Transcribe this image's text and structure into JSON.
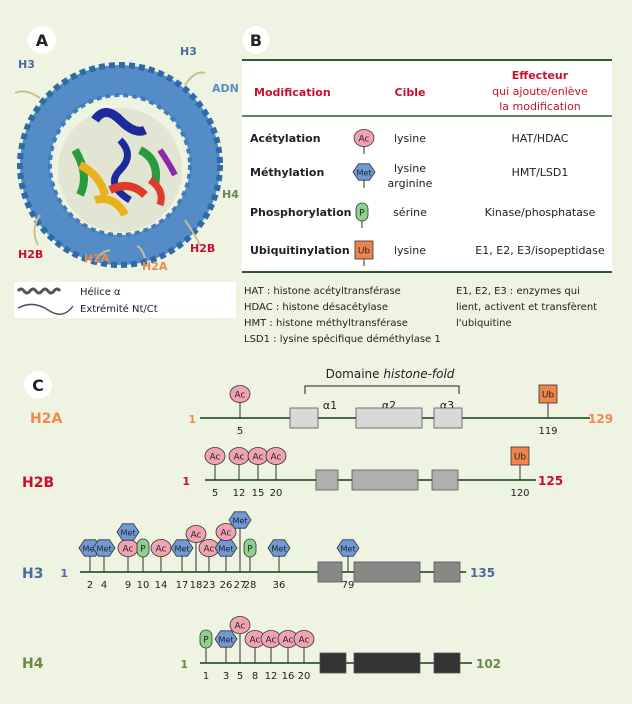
{
  "colors": {
    "background": "#eef3e2",
    "red_title": "#c8102e",
    "orange": "#f08a4b",
    "blue": "#4a6aa5",
    "green": "#6a8a4a",
    "line": "#2f5a2f",
    "ac_fill": "#f2a3b3",
    "met_fill": "#6f9ad6",
    "p_fill": "#8fcf8f",
    "ub_fill": "#f0854b"
  },
  "panel_a": {
    "letter": "A",
    "labels": {
      "h3_left": "H3",
      "h3_right": "H3",
      "adn": "ADN",
      "h4": "H4",
      "h2b_left": "H2B",
      "h2b_right": "H2B",
      "h2a_left": "H2A",
      "h2a_right": "H2A"
    },
    "legend": {
      "helix": "Hélice α",
      "tail": "Extrémité Nt/Ct"
    }
  },
  "panel_b": {
    "letter": "B",
    "headers": {
      "modification": "Modification",
      "cible": "Cible",
      "effecteur_1": "Effecteur",
      "effecteur_2": "qui ajoute/enlève",
      "effecteur_3": "la modification"
    },
    "rows": [
      {
        "name": "Acétylation",
        "badge": "Ac",
        "cible_1": "lysine",
        "cible_2": "",
        "effecteur": "HAT/HDAC"
      },
      {
        "name": "Méthylation",
        "badge": "Met",
        "cible_1": "lysine",
        "cible_2": "arginine",
        "effecteur": "HMT/LSD1"
      },
      {
        "name": "Phosphorylation",
        "badge": "P",
        "cible_1": "sérine",
        "cible_2": "",
        "effecteur": "Kinase/phosphatase"
      },
      {
        "name": "Ubiquitinylation",
        "badge": "Ub",
        "cible_1": "lysine",
        "cible_2": "",
        "effecteur": "E1, E2, E3/isopeptidase"
      }
    ],
    "footnotes_left": [
      "HAT : histone acétyltransférase",
      "HDAC : histone désacétylase",
      "HMT : histone méthyltransférase",
      "LSD1 : lysine spécifique déméthylase 1"
    ],
    "footnotes_right": [
      "E1, E2, E3 : enzymes qui",
      "lient, activent et transfèrent",
      "l'ubiquitine"
    ]
  },
  "panel_c": {
    "letter": "C",
    "domain_label_prefix": "Domaine ",
    "domain_label_italic": "histone-fold",
    "alpha_labels": [
      "α1",
      "α2",
      "α3"
    ],
    "histones": [
      {
        "name": "H2A",
        "start": "1",
        "end": "129",
        "color": "#f08a4b",
        "positions": [
          "5",
          "119"
        ]
      },
      {
        "name": "H2B",
        "start": "1",
        "end": "125",
        "color": "#c8102e",
        "positions": [
          "5",
          "12",
          "15",
          "20",
          "120"
        ]
      },
      {
        "name": "H3",
        "start": "1",
        "end": "135",
        "color": "#4a6aa5",
        "positions": [
          "2",
          "4",
          "9",
          "10",
          "14",
          "17",
          "18",
          "23",
          "26",
          "27",
          "28",
          "36",
          "79"
        ]
      },
      {
        "name": "H4",
        "start": "1",
        "end": "102",
        "color": "#6a8a4a",
        "positions": [
          "1",
          "3",
          "5",
          "8",
          "12",
          "16",
          "20"
        ]
      }
    ]
  }
}
